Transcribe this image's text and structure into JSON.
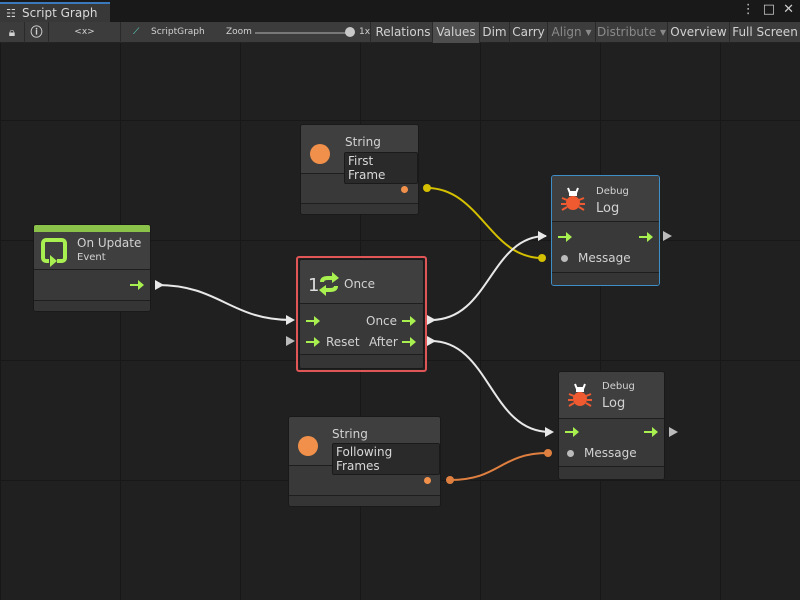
{
  "window": {
    "tab_title": "Script Graph",
    "tab_icon": "hierarchy-icon",
    "menu_icon": "kebab-icon",
    "maximize_icon": "maximize-icon",
    "close_icon": "close-icon"
  },
  "toolbar": {
    "lock_icon": "lock-icon",
    "info_icon": "info-icon",
    "variables_label": "<x>",
    "graph_name": "ScriptGraph",
    "zoom_label": "Zoom",
    "zoom_value": "1x",
    "zoom_level": 1.0,
    "buttons": [
      {
        "label": "Relations"
      },
      {
        "label": "Values",
        "active": true
      },
      {
        "label": "Dim"
      },
      {
        "label": "Carry"
      },
      {
        "label": "Align ▾",
        "disabled": true
      },
      {
        "label": "Distribute ▾",
        "disabled": true
      },
      {
        "label": "Overview"
      },
      {
        "label": "Full Screen"
      }
    ]
  },
  "colors": {
    "control_flow": "#a8f050",
    "string": "#f0904a",
    "event_bar": "#8bc34a",
    "selected": "#e05555",
    "debug_border": "#3e8ec8",
    "wire_yellow": "#d4c000",
    "wire_orange": "#e08040"
  },
  "nodes": {
    "string1": {
      "title": "String",
      "value": "First Frame"
    },
    "on_update": {
      "title": "On Update",
      "subtitle": "Event"
    },
    "once": {
      "count": "1",
      "title": "Once",
      "in_reset": "Reset",
      "out_once": "Once",
      "out_after": "After"
    },
    "debug1": {
      "category": "Debug",
      "title": "Log",
      "message": "Message"
    },
    "debug2": {
      "category": "Debug",
      "title": "Log",
      "message": "Message"
    },
    "string2": {
      "title": "String",
      "value": "Following Frames"
    }
  }
}
